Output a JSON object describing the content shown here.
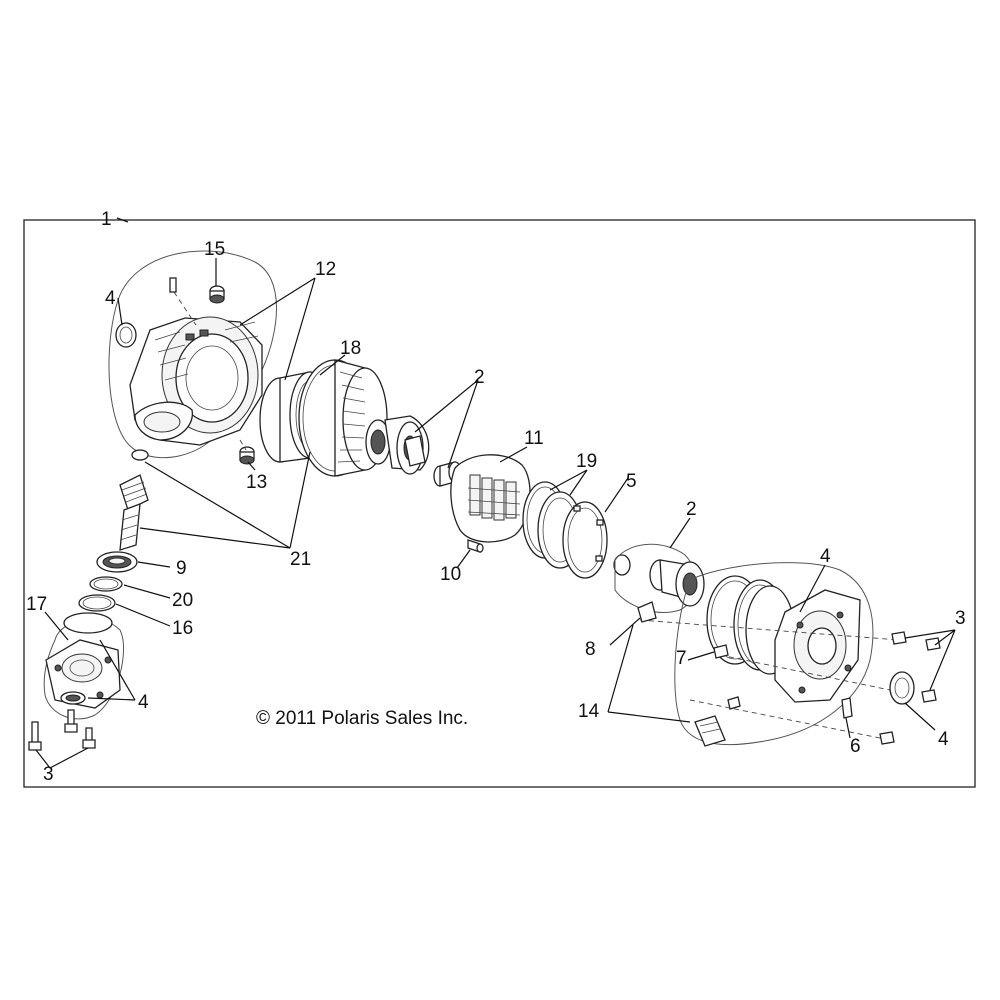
{
  "copyright": "© 2011 Polaris Sales Inc.",
  "callouts": {
    "c1": "1",
    "c15": "15",
    "c12": "12",
    "c4a": "4",
    "c18": "18",
    "c2a": "2",
    "c11": "11",
    "c19": "19",
    "c5": "5",
    "c13": "13",
    "c21": "21",
    "c9": "9",
    "c20": "20",
    "c16": "16",
    "c17": "17",
    "c4b": "4",
    "c3a": "3",
    "c10": "10",
    "c2b": "2",
    "c4c": "4",
    "c3b": "3",
    "c8": "8",
    "c7": "7",
    "c14": "14",
    "c6": "6",
    "c4d": "4"
  }
}
